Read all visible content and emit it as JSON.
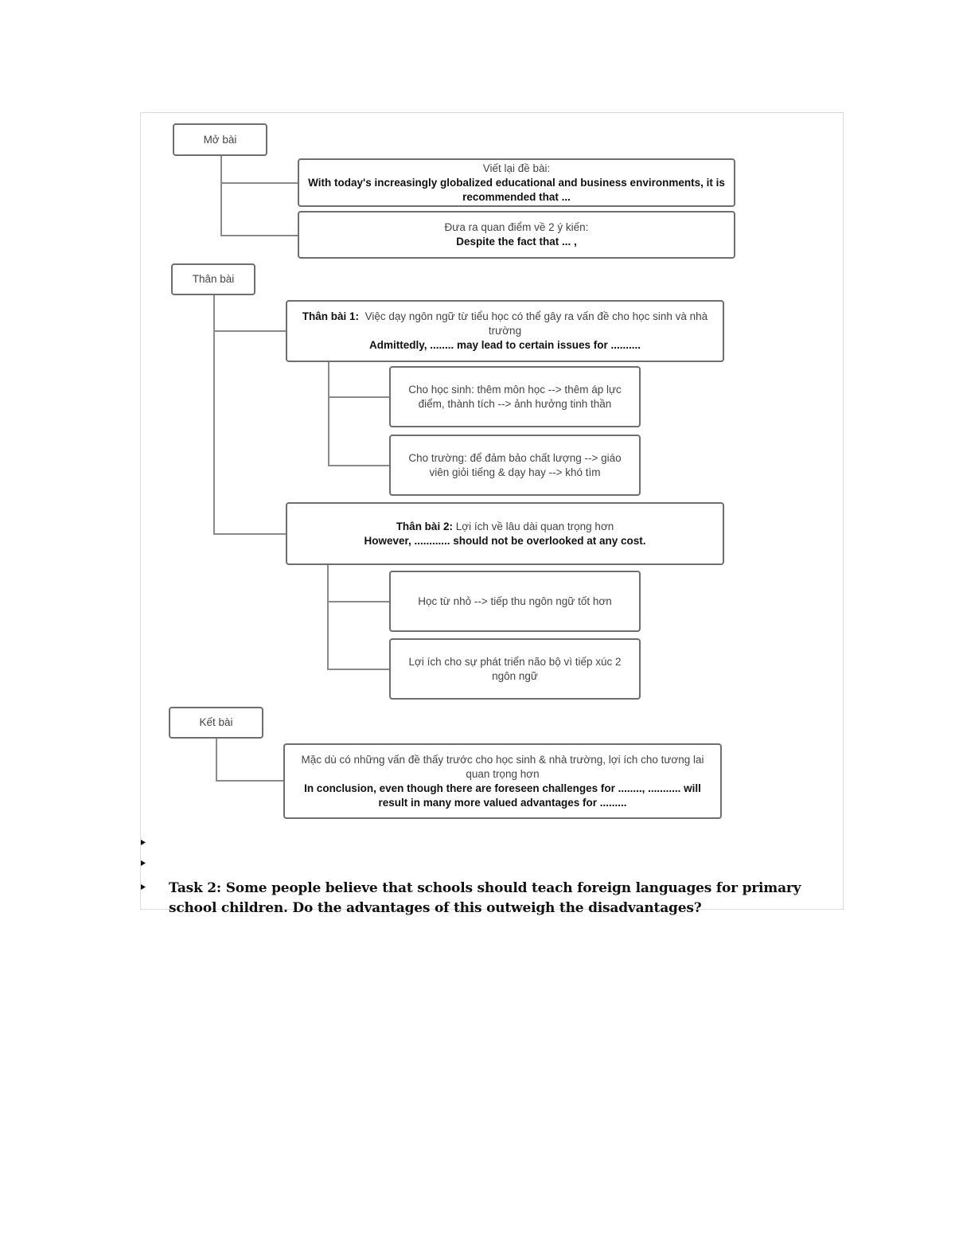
{
  "diagram": {
    "intro": {
      "label": "Mở bài",
      "rewrite_heading": "Viết lại đề bài:",
      "rewrite_text": "With today's increasingly globalized educational and business environments, it is recommended that ...",
      "opinion_heading": "Đưa ra quan điểm về 2 ý kiến:",
      "opinion_text": "Despite the fact that ... ,"
    },
    "body": {
      "label": "Thân bài",
      "body1_title": "Thân bài 1:",
      "body1_heading": "Việc dạy ngôn ngữ từ tiểu học có thể gây ra vấn đề cho học sinh và nhà trường",
      "body1_text": "Admittedly, ........ may lead to certain issues for ..........",
      "body1_point1": "Cho học sinh: thêm môn học --> thêm áp lực điểm, thành tích --> ảnh hưởng tinh thần",
      "body1_point2": "Cho trường: để đảm bảo chất lượng --> giáo viên giỏi tiếng & dạy hay --> khó tìm",
      "body2_title": "Thân bài 2:",
      "body2_heading": "Lợi ích về lâu dài quan trọng hơn",
      "body2_text": "However, ............ should not be overlooked at any cost.",
      "body2_point1": "Học từ nhỏ --> tiếp thu ngôn ngữ tốt hơn",
      "body2_point2": "Lợi ích cho sự phát triển não bộ vì tiếp xúc 2 ngôn ngữ"
    },
    "conclusion": {
      "label": "Kết bài",
      "heading": "Mặc dù có những vấn đề thấy trước cho học sinh & nhà trường, lợi ích cho tương lai quan trọng hơn",
      "text": "In conclusion, even though there are foreseen challenges for ........, ........... will result in many more valued advantages for ........."
    }
  },
  "task": "Task 2: Some people believe that schools should teach foreign languages for primary school children. Do the advantages of this outweigh the disadvantages?"
}
